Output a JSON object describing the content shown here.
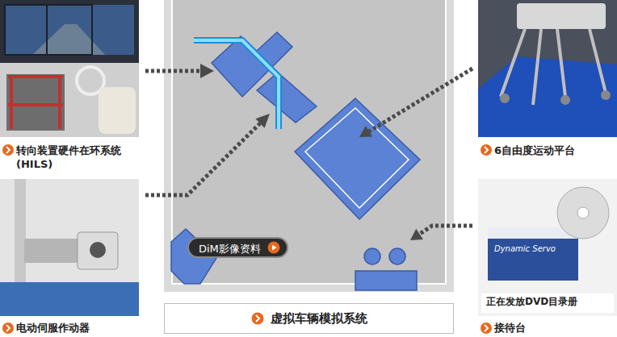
{
  "diagram": {
    "nodes": [
      {
        "text": [
          "转向装置硬件在环系统 (HILS)"
        ]
      },
      {
        "text": [
          "电动伺服作动器"
        ]
      },
      {
        "text": [
          "DiM影像资料"
        ]
      },
      {
        "text": [
          "虚拟车辆模拟系统"
        ]
      },
      {
        "text": [
          "6自由度运动平台"
        ]
      },
      {
        "text": [
          "正在发放DVD目录册",
          "接待台"
        ]
      }
    ],
    "labels": [
      "Dynamic Servo"
    ]
  }
}
